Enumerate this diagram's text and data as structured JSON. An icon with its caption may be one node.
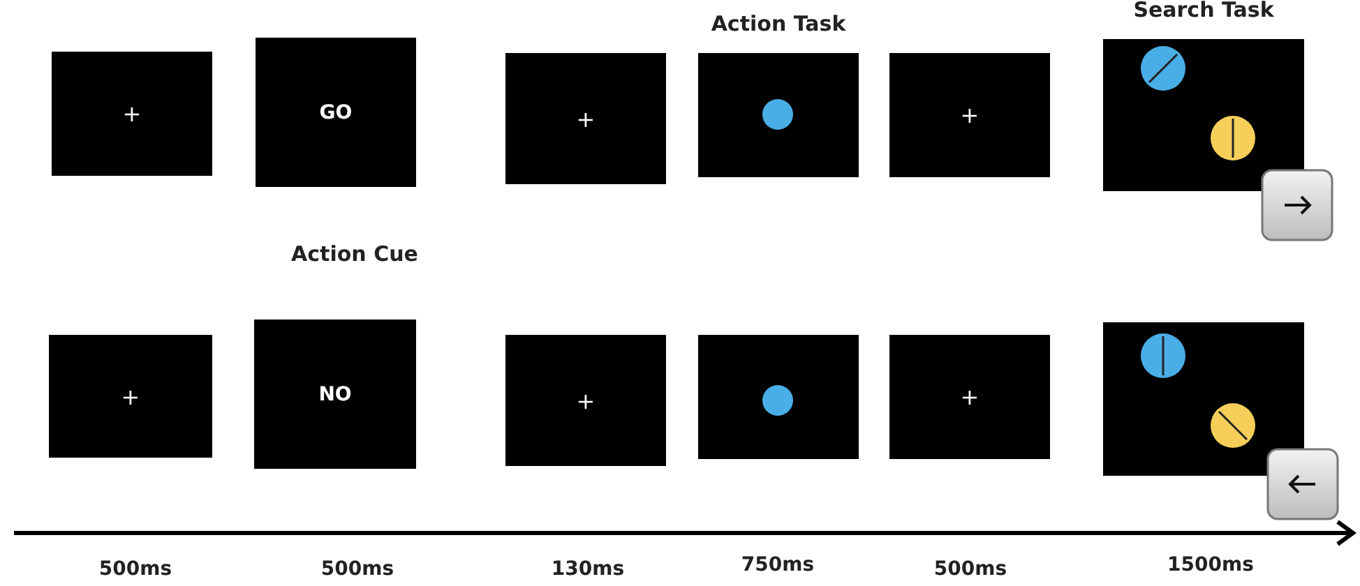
{
  "diagram": {
    "nodes": [
      {
        "text": [
          "+"
        ]
      },
      {
        "text": [
          "GO"
        ]
      },
      {
        "text": [
          "+"
        ]
      },
      {
        "text": [],
        "shape": "box",
        "beside": [
          "Action Task"
        ]
      },
      {
        "text": [
          "+"
        ]
      },
      {
        "text": [],
        "shape": "box",
        "beside": [
          "Search Task"
        ]
      },
      {
        "text": [
          "+"
        ]
      },
      {
        "text": [
          "NO"
        ]
      },
      {
        "text": [
          "+"
        ]
      },
      {
        "text": [],
        "shape": "box"
      },
      {
        "text": [
          "+"
        ]
      },
      {
        "text": [],
        "shape": "box"
      }
    ],
    "labels": [
      "Action Cue",
      "500ms",
      "500ms",
      "130ms",
      "750ms",
      "500ms",
      "1500ms"
    ]
  }
}
